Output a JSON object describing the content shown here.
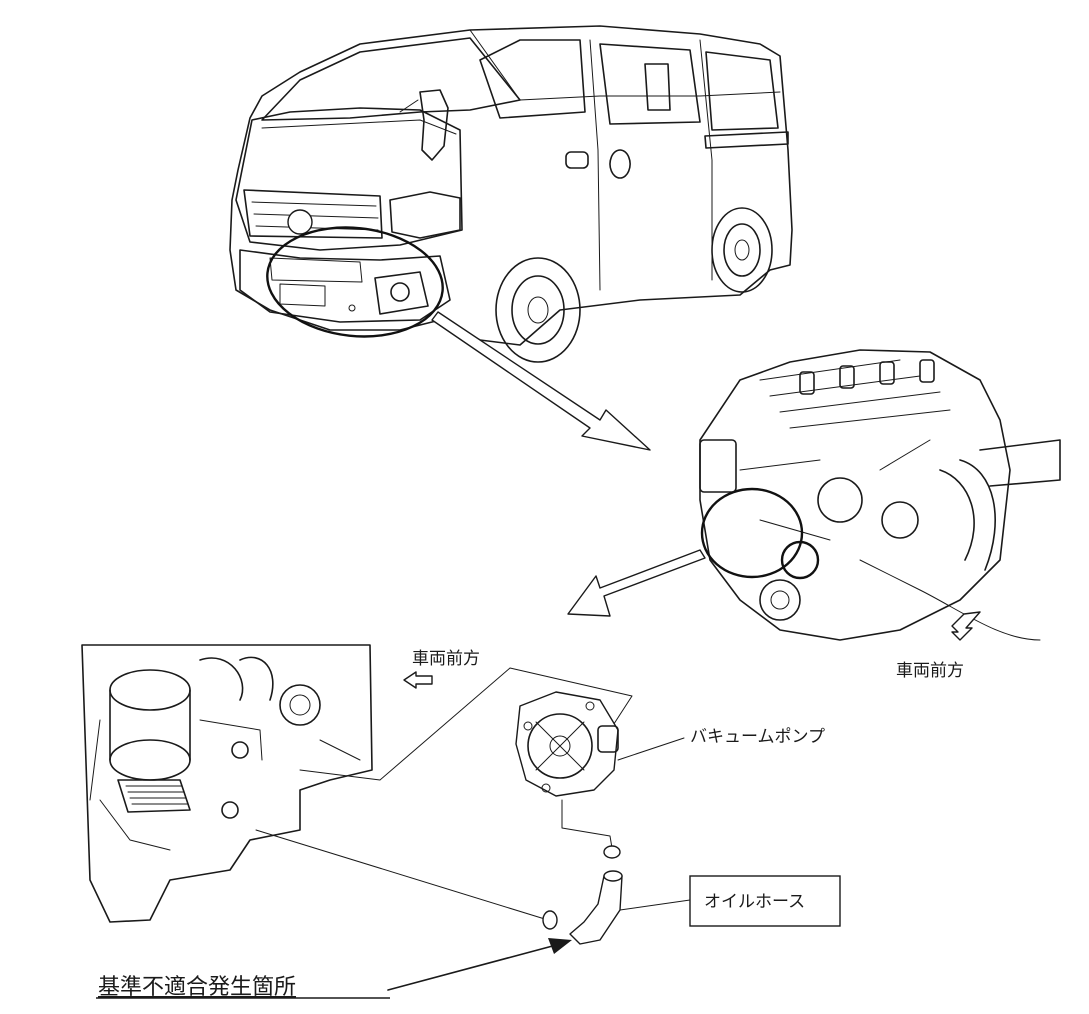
{
  "labels": {
    "vehicle_front_upper": "車両前方",
    "vehicle_front_right": "車両前方",
    "vacuum_pump": "バキュームポンプ",
    "oil_hose": "オイルホース",
    "nonconformity_location": "基準不適合発生箇所"
  },
  "colors": {
    "line": "#1a1a1a",
    "background": "#ffffff"
  }
}
